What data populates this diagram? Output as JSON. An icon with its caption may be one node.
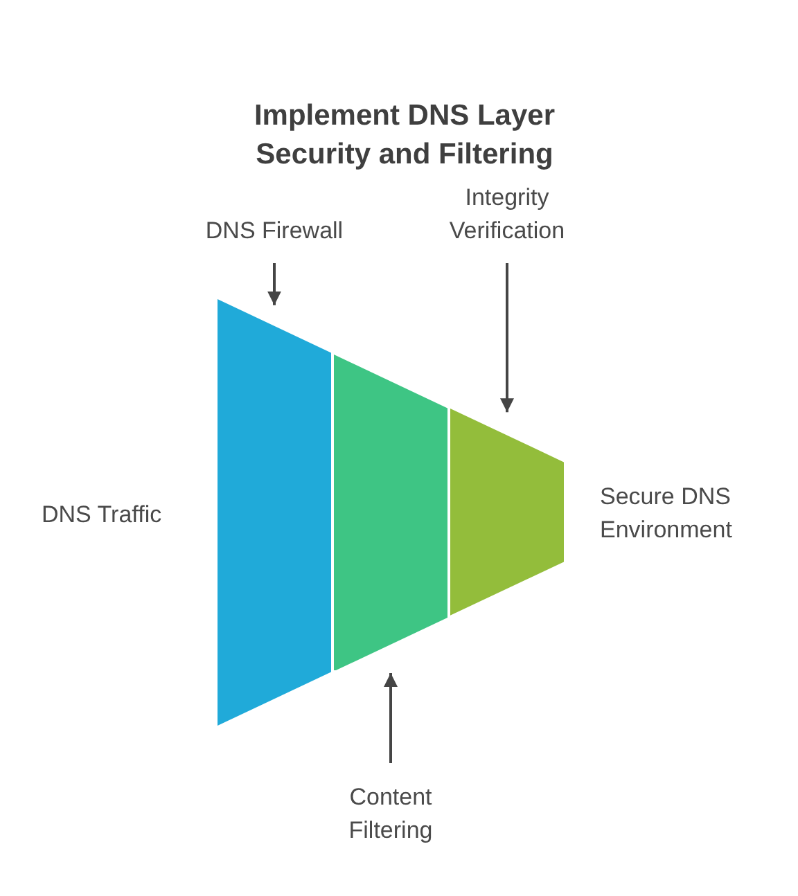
{
  "diagram": {
    "title": "Implement DNS Layer Security and Filtering",
    "nodes": [
      {
        "text": [
          "DNS Firewall"
        ]
      },
      {
        "text": [
          "Integrity Verification"
        ]
      },
      {
        "text": [],
        "shape": "trapezoid"
      },
      {
        "text": [],
        "shape": "trapezoid"
      },
      {
        "text": [],
        "shape": "trapezoid"
      },
      {
        "text": [
          "Content Filtering"
        ]
      }
    ],
    "edges": [
      {
        "from": 0,
        "to": 2,
        "arrow": "to"
      },
      {
        "from": 1,
        "to": 4,
        "arrow": "to"
      },
      {
        "from": 5,
        "to": 3,
        "arrow": "to"
      }
    ],
    "labels": [
      "DNS Traffic",
      "Secure DNS Environment"
    ]
  }
}
